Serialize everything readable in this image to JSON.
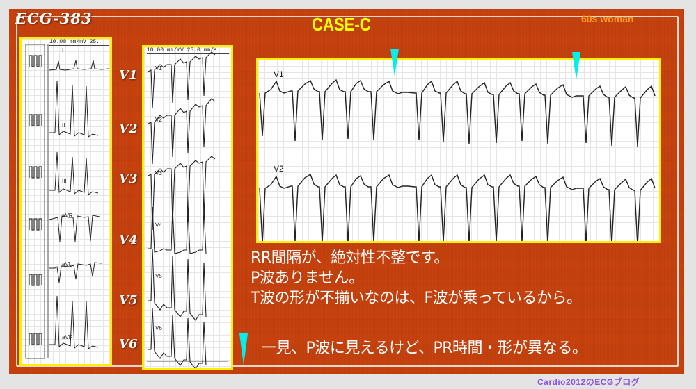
{
  "header": {
    "ecg_id": "ECG-383",
    "case_title": "CASE-C",
    "patient": "60s woman"
  },
  "limb_strip": {
    "header_text": "10.00 mm/mV  25.",
    "leads": [
      "I",
      "II",
      "III",
      "aVR",
      "aVL",
      "aVF"
    ]
  },
  "chest_strip": {
    "header_text": "10.00 mm/mV  25.0 mm/s",
    "leads": [
      "V1",
      "V2",
      "V3",
      "V4",
      "V5",
      "V6"
    ]
  },
  "side_labels": [
    "V1",
    "V2",
    "V3",
    "V4",
    "V5",
    "V6"
  ],
  "rhythm_strip": {
    "leads": [
      "V1",
      "V2"
    ],
    "markers_count": 2
  },
  "notes": {
    "line1": "RR間隔が、絶対性不整です。",
    "line2": "P波ありません。",
    "line3": "T波の形が不揃いなのは、F波が乗っているから。",
    "line4": "一見、P波に見えるけど、PR時間・形が異なる。"
  },
  "colors": {
    "frame": "#c4400c",
    "title_yellow": "#ffff00",
    "patient_orange": "#ff9a1a",
    "marker_cyan": "#00f0f0",
    "panel_border": "#ffef00",
    "credit_purple": "#8a55e8"
  },
  "credit": "Cardio2012のECGブログ"
}
